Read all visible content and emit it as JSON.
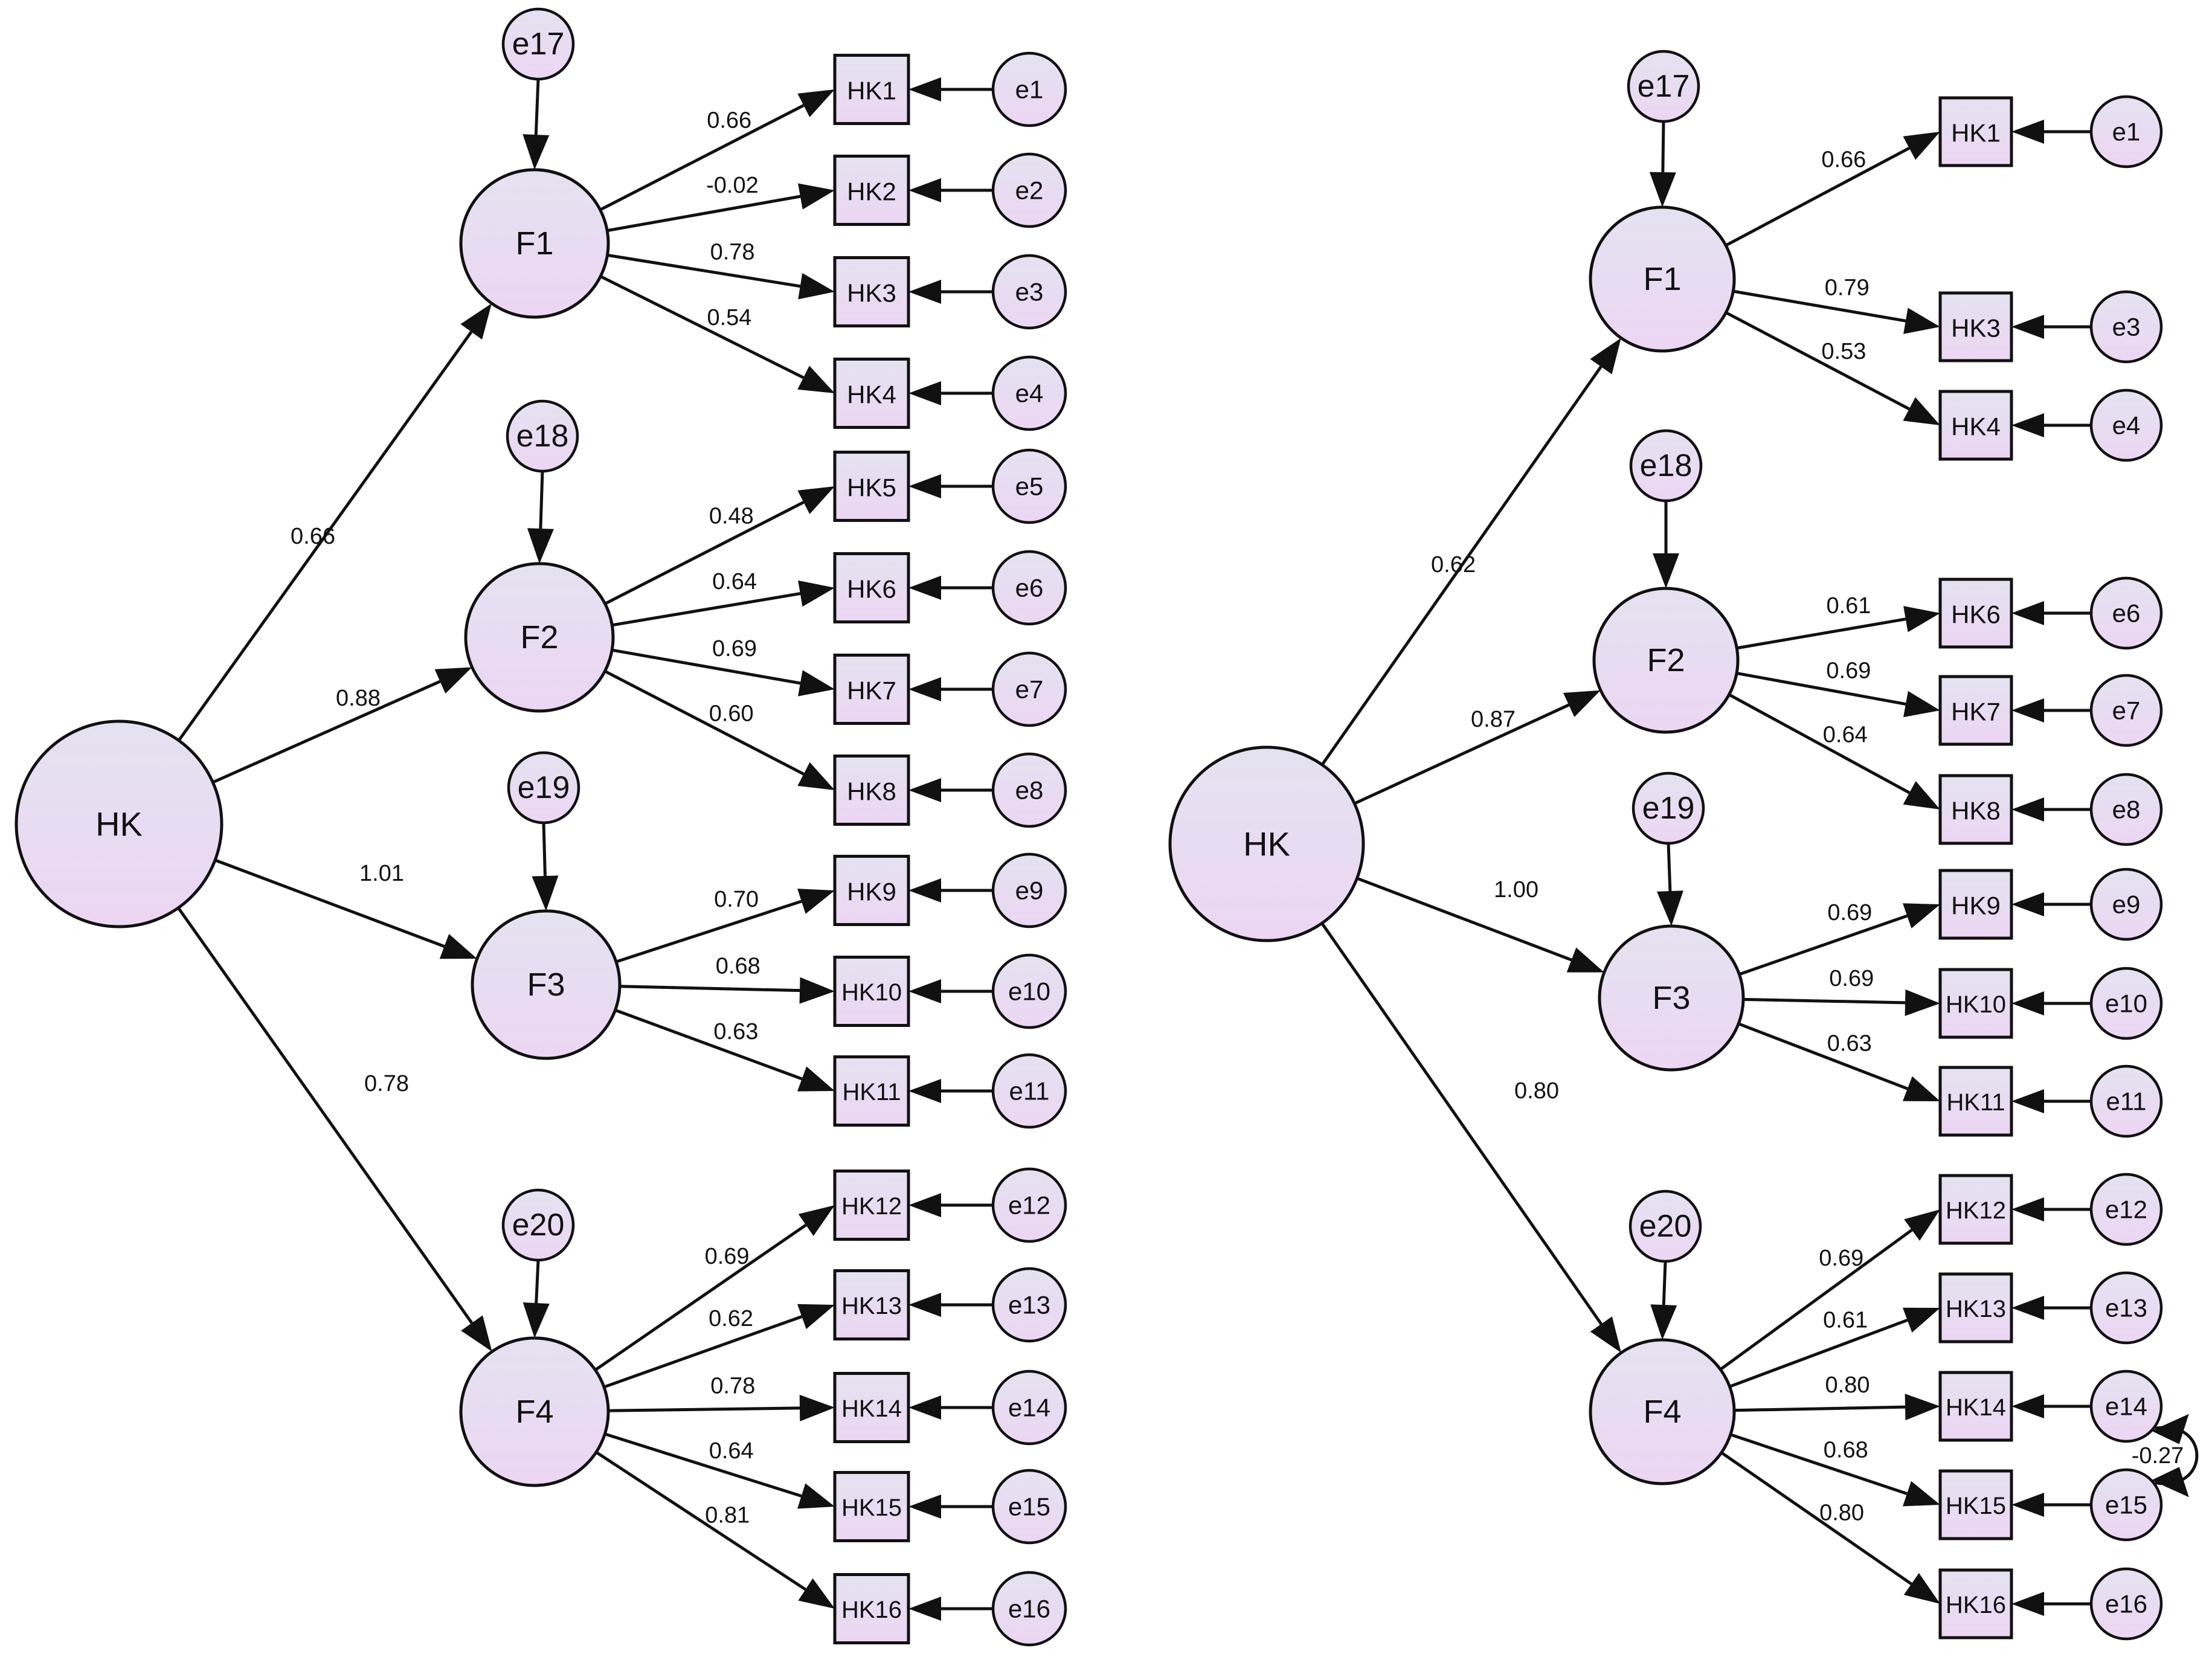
{
  "colors": {
    "node_fill_top": "#e4e2f0",
    "node_fill_bottom": "#ecd6f3",
    "stroke": "#111111",
    "background": "#ffffff"
  },
  "left_model": {
    "root": "HK",
    "factors": [
      {
        "name": "F1",
        "disturbance": "e17",
        "loading": "0.66",
        "indicators": [
          {
            "name": "HK1",
            "error": "e1",
            "loading": "0.66"
          },
          {
            "name": "HK2",
            "error": "e2",
            "loading": "-0.02"
          },
          {
            "name": "HK3",
            "error": "e3",
            "loading": "0.78"
          },
          {
            "name": "HK4",
            "error": "e4",
            "loading": "0.54"
          }
        ]
      },
      {
        "name": "F2",
        "disturbance": "e18",
        "loading": "0.88",
        "indicators": [
          {
            "name": "HK5",
            "error": "e5",
            "loading": "0.48"
          },
          {
            "name": "HK6",
            "error": "e6",
            "loading": "0.64"
          },
          {
            "name": "HK7",
            "error": "e7",
            "loading": "0.69"
          },
          {
            "name": "HK8",
            "error": "e8",
            "loading": "0.60"
          }
        ]
      },
      {
        "name": "F3",
        "disturbance": "e19",
        "loading": "1.01",
        "indicators": [
          {
            "name": "HK9",
            "error": "e9",
            "loading": "0.70"
          },
          {
            "name": "HK10",
            "error": "e10",
            "loading": "0.68"
          },
          {
            "name": "HK11",
            "error": "e11",
            "loading": "0.63"
          }
        ]
      },
      {
        "name": "F4",
        "disturbance": "e20",
        "loading": "0.78",
        "indicators": [
          {
            "name": "HK12",
            "error": "e12",
            "loading": "0.69"
          },
          {
            "name": "HK13",
            "error": "e13",
            "loading": "0.62"
          },
          {
            "name": "HK14",
            "error": "e14",
            "loading": "0.78"
          },
          {
            "name": "HK15",
            "error": "e15",
            "loading": "0.64"
          },
          {
            "name": "HK16",
            "error": "e16",
            "loading": "0.81"
          }
        ]
      }
    ]
  },
  "right_model": {
    "root": "HK",
    "factors": [
      {
        "name": "F1",
        "disturbance": "e17",
        "loading": "0.62",
        "indicators": [
          {
            "name": "HK1",
            "error": "e1",
            "loading": "0.66"
          },
          {
            "name": "HK3",
            "error": "e3",
            "loading": "0.79"
          },
          {
            "name": "HK4",
            "error": "e4",
            "loading": "0.53"
          }
        ]
      },
      {
        "name": "F2",
        "disturbance": "e18",
        "loading": "0.87",
        "indicators": [
          {
            "name": "HK6",
            "error": "e6",
            "loading": "0.61"
          },
          {
            "name": "HK7",
            "error": "e7",
            "loading": "0.69"
          },
          {
            "name": "HK8",
            "error": "e8",
            "loading": "0.64"
          }
        ]
      },
      {
        "name": "F3",
        "disturbance": "e19",
        "loading": "1.00",
        "indicators": [
          {
            "name": "HK9",
            "error": "e9",
            "loading": "0.69"
          },
          {
            "name": "HK10",
            "error": "e10",
            "loading": "0.69"
          },
          {
            "name": "HK11",
            "error": "e11",
            "loading": "0.63"
          }
        ]
      },
      {
        "name": "F4",
        "disturbance": "e20",
        "loading": "0.80",
        "indicators": [
          {
            "name": "HK12",
            "error": "e12",
            "loading": "0.69"
          },
          {
            "name": "HK13",
            "error": "e13",
            "loading": "0.61"
          },
          {
            "name": "HK14",
            "error": "e14",
            "loading": "0.80"
          },
          {
            "name": "HK15",
            "error": "e15",
            "loading": "0.68"
          },
          {
            "name": "HK16",
            "error": "e16",
            "loading": "0.80"
          }
        ]
      }
    ],
    "error_covariance": {
      "from": "e14",
      "to": "e15",
      "value": "-0.27"
    }
  }
}
